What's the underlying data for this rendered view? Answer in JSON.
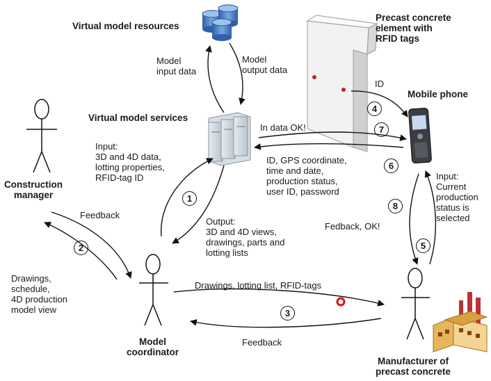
{
  "nodes": {
    "resources": "Virtual model resources",
    "services": "Virtual model services",
    "precast": "Precast concrete\nelement with\nRFID tags",
    "phone": "Mobile phone",
    "construction_manager": "Construction\nmanager",
    "model_coordinator": "Model\ncoordinator",
    "manufacturer": "Manufacturer of\nprecast concrete"
  },
  "labels": {
    "model_input": "Model\ninput data",
    "model_output": "Model\noutput data",
    "id": "ID",
    "in_data_ok": "In data OK!",
    "phone_payload": "ID, GPS coordinate,\ntime and date,\nproduction status,\nuser ID, password",
    "coord_input": "Input:\n3D and 4D data,\nlotting properties,\nRFID-tag ID",
    "coord_output": "Output:\n3D and 4D views,\ndrawings, parts and\nlotting lists",
    "feedback_cm": "Feedback",
    "cm_drawings": "Drawings,\nschedule,\n4D production\nmodel view",
    "mf_delivery": "Drawings, lotting list, RFID-tags",
    "feedback_mf": "Feedback",
    "feedback_ok": "Fedback, OK!",
    "status_input": "Input:\nCurrent\nproduction\nstatus is\nselected"
  },
  "steps": [
    "1",
    "2",
    "3",
    "4",
    "5",
    "6",
    "7",
    "8"
  ]
}
